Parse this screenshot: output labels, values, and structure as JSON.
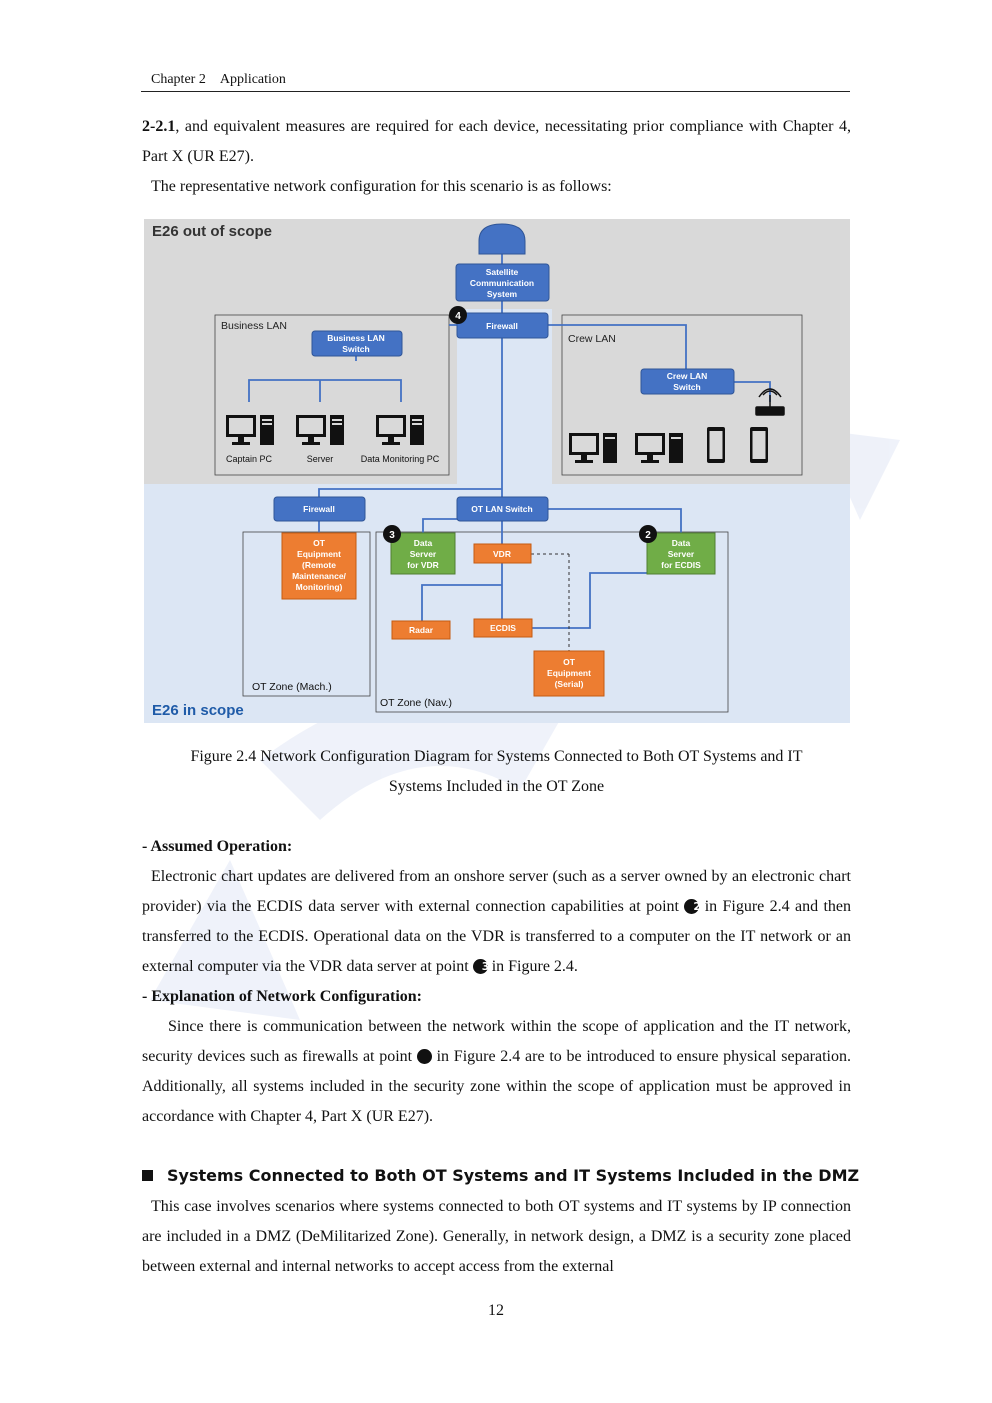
{
  "header": {
    "chapter": "Chapter 2",
    "section": "Application"
  },
  "intro": {
    "ref": "2-2.1",
    "text": ", and equivalent measures are required for each device, necessitating prior compliance with Chapter 4, Part X (UR E27).",
    "lead": "The representative network configuration for this scenario is as follows:"
  },
  "diagram": {
    "out_scope": "E26 out of scope",
    "in_scope": "E26 in scope",
    "satellite": [
      "Satellite",
      "Communication",
      "System"
    ],
    "firewall_top": "Firewall",
    "business_lan": "Business LAN",
    "business_switch": [
      "Business LAN",
      "Switch"
    ],
    "captain_pc": "Captain PC",
    "server": "Server",
    "data_monitoring_pc": "Data Monitoring PC",
    "crew_lan": "Crew LAN",
    "crew_switch": [
      "Crew LAN",
      "Switch"
    ],
    "firewall_left": "Firewall",
    "ot_lan_switch": "OT LAN Switch",
    "ot_equipment_remote": [
      "OT",
      "Equipment",
      "(Remote",
      "Maintenance/",
      "Monitoring)"
    ],
    "data_server_vdr": [
      "Data",
      "Server",
      "for VDR"
    ],
    "vdr": "VDR",
    "data_server_ecdis": [
      "Data",
      "Server",
      "for ECDIS"
    ],
    "radar": "Radar",
    "ecdis": "ECDIS",
    "ot_equipment_serial": [
      "OT",
      "Equipment",
      "(Serial)"
    ],
    "ot_zone_mach": "OT Zone (Mach.)",
    "ot_zone_nav": "OT Zone (Nav.)",
    "marker_2": "2",
    "marker_3": "3",
    "marker_4": "4",
    "colors": {
      "blue": "#4472c4",
      "green": "#70ad47",
      "orange": "#ed7d31",
      "gray": "#d9d9d9",
      "light_blue": "#dce6f4"
    }
  },
  "caption": [
    "Figure 2.4 Network Configuration Diagram for Systems Connected to Both OT Systems and IT",
    "Systems Included in the OT Zone"
  ],
  "assumed": {
    "heading": "- Assumed Operation:",
    "text_a": "Electronic chart updates are delivered from an onshore server (such as a server owned by an electronic chart provider) via the ECDIS data server with external connection capabilities at point ",
    "marker_a": "2",
    "text_b": " in Figure 2.4 and then transferred to the ECDIS. Operational data on the VDR is transferred to a computer on the IT network or an external computer via the VDR data server at point ",
    "marker_b": "3",
    "text_c": " in Figure 2.4."
  },
  "explanation": {
    "heading": "- Explanation of Network Configuration:",
    "text_a": "Since there is communication between the network within the scope of application and the IT network, security devices such as firewalls at point ",
    "marker": "4",
    "text_b": " in Figure 2.4 are to be introduced to ensure physical separation. Additionally, all systems included in the security zone within the scope of application must be approved in accordance with Chapter 4, Part X (UR E27)."
  },
  "dmz": {
    "heading": "Systems Connected to Both OT Systems and IT Systems Included in the DMZ",
    "text": "This case involves scenarios where systems connected to both OT systems and IT systems by IP connection are included in a DMZ (DeMilitarized Zone). Generally, in network design, a DMZ is a security zone placed between external and internal networks to accept access from the external"
  },
  "page_number": "12"
}
